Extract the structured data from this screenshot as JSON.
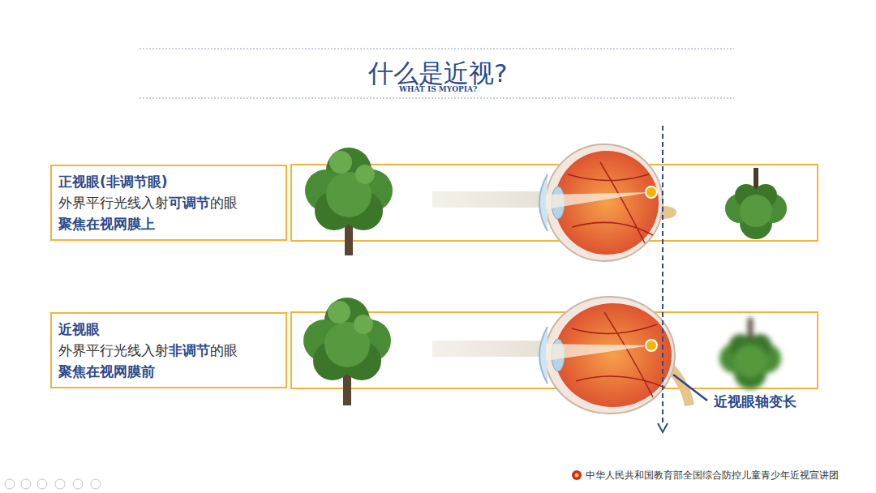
{
  "diagram": {
    "title": "什么是近视?",
    "nodes": [
      {
        "text": [
          "正视眼(非调节眼)",
          "外界平行光线入射",
          "可调节",
          "的眼",
          "聚焦在视网膜上"
        ]
      },
      {
        "text": [
          "近视眼",
          "外界平行光线入射",
          "非调节",
          "的眼",
          "聚焦在视网膜前"
        ]
      }
    ],
    "labels": [
      "WHAT IS MYOPIA?",
      "近视眼轴变长",
      "中华人民共和国教育部全国综合防控儿童青少年近视宣讲团"
    ]
  }
}
